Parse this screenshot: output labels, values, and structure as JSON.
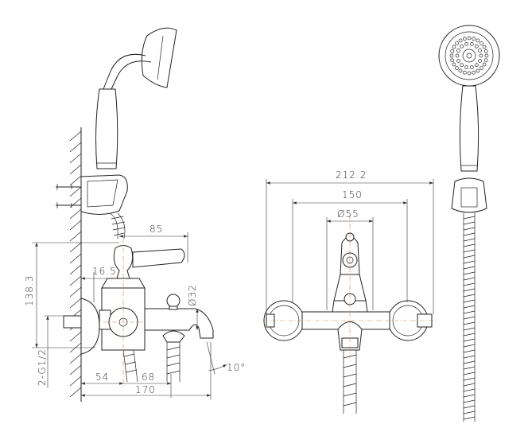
{
  "drawing": {
    "side_view": {
      "dimensions": {
        "handle_reach": "85",
        "wall_offset": "16.5",
        "height": "138.3",
        "spout_diameter": "Ø32",
        "connection_thread": "2-G1/2",
        "inlet_to_center": "54",
        "center_to_outlet": "68",
        "total_depth": "170",
        "spout_angle": "10°"
      }
    },
    "front_view": {
      "dimensions": {
        "overall_width": "212.2",
        "center_distance": "150",
        "body_diameter": "Ø55"
      }
    }
  }
}
